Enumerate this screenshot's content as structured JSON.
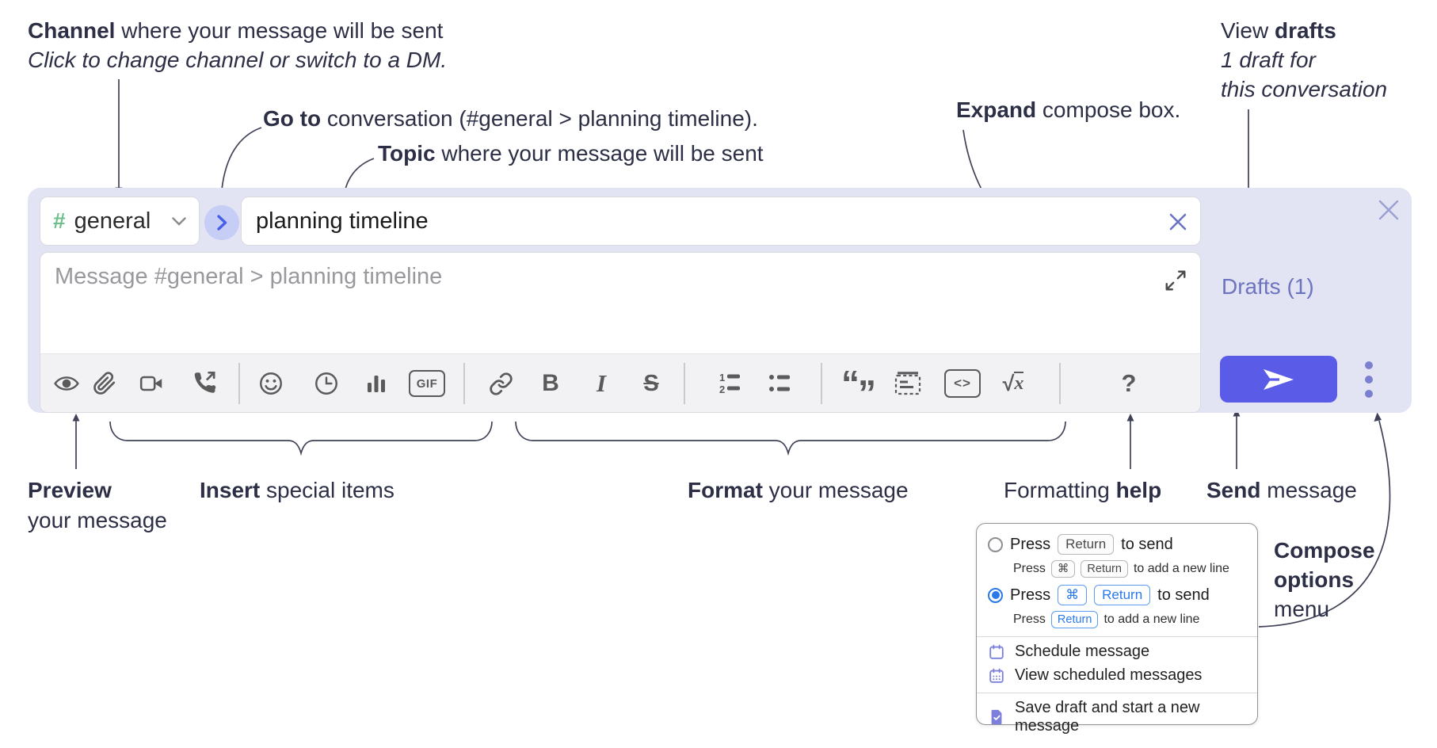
{
  "annotations": {
    "channel": {
      "bold": "Channel",
      "rest": " where your message will be sent",
      "line2": "Click to change channel or switch to a DM."
    },
    "goto": {
      "bold": "Go to",
      "rest": " conversation (#general > planning timeline)."
    },
    "topic": {
      "bold": "Topic",
      "rest": " where your message will be sent"
    },
    "expand": {
      "bold": "Expand",
      "rest": " compose box."
    },
    "drafts": {
      "pre": "View ",
      "bold": "drafts",
      "line2": "1 draft for",
      "line3": "this conversation"
    },
    "preview": {
      "bold": "Preview",
      "line2": "your message"
    },
    "insert": {
      "bold": "Insert",
      "rest": " special items"
    },
    "format": {
      "bold": "Format",
      "rest": " your message"
    },
    "help": {
      "pre": "Formatting ",
      "bold": "help"
    },
    "send": {
      "bold": "Send",
      "rest": " message"
    },
    "options": {
      "line1": "Compose",
      "line2": "options",
      "line3": "menu"
    }
  },
  "compose": {
    "channel": {
      "hash": "#",
      "name": "general"
    },
    "topic_value": "planning timeline",
    "message_placeholder": "Message #general > planning timeline",
    "drafts_link": "Drafts (1)",
    "toolbar": {
      "gif": "GIF",
      "bold": "B",
      "italic": "I",
      "strike": "S",
      "quote_open": "“",
      "quote_close": "”",
      "code": "<>",
      "sqrt": "√",
      "math_x": "x",
      "help": "?",
      "ol_1": "1",
      "ol_2": "2",
      "icons": [
        "preview",
        "attach-file",
        "start-video-call",
        "start-voice-call",
        "add-emoji",
        "add-global-time",
        "add-poll",
        "add-gif",
        "link",
        "bold",
        "italic",
        "strikethrough",
        "numbered-list",
        "bulleted-list",
        "quote",
        "spoiler",
        "code",
        "math",
        "message-formatting"
      ]
    }
  },
  "popup": {
    "opt1": {
      "pre": "Press",
      "key": "Return",
      "post": "to send"
    },
    "opt1_sub": {
      "pre": "Press",
      "key1": "⌘",
      "key2": "Return",
      "post": "to add a new line"
    },
    "opt2": {
      "pre": "Press",
      "key1": "⌘",
      "key2": "Return",
      "post": "to send"
    },
    "opt2_sub": {
      "pre": "Press",
      "key": "Return",
      "post": "to add a new line"
    },
    "schedule": "Schedule message",
    "view_scheduled": "View scheduled messages",
    "save_draft": "Save draft and start a new message"
  },
  "colors": {
    "compose_bg": "#e2e4f3",
    "accent_send": "#5a5be6",
    "drafts_link": "#6d74bf",
    "hash_green": "#6ec08a",
    "key_blue": "#2979e8",
    "menu_icon_purple": "#7c80da",
    "annotation_ink": "#2c2f45",
    "toolbar_icon": "#5a5a5a"
  }
}
